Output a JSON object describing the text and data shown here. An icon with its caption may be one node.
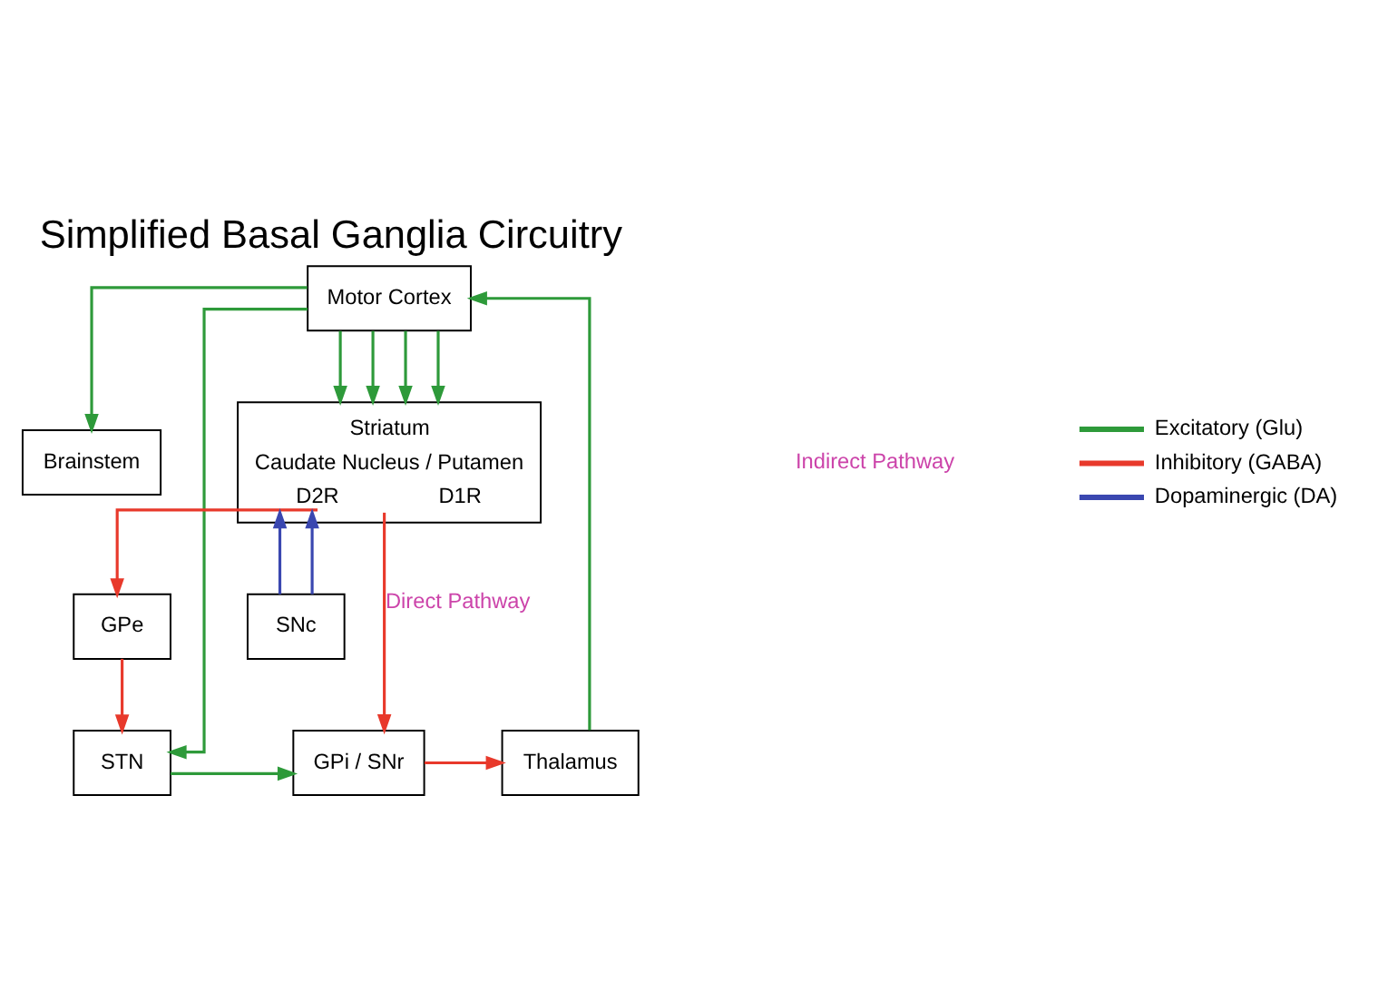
{
  "diagram": {
    "title": "Simplified Basal Ganglia Circuitry",
    "nodes": [
      {
        "text": [
          "Motor Cortex"
        ]
      },
      {
        "text": [
          "Striatum",
          "Caudate Nucleus / Putamen",
          "D2R",
          "D1R"
        ]
      },
      {
        "text": [
          "GPe"
        ]
      },
      {
        "text": [
          "SNc"
        ]
      },
      {
        "text": [
          "STN"
        ]
      },
      {
        "text": [
          "GPi / SNr"
        ]
      },
      {
        "text": [
          "Thalamus"
        ]
      },
      {
        "text": [
          "Brainstem"
        ]
      }
    ],
    "edges": [
      {
        "from": 0,
        "to": 1,
        "arrow": "to"
      },
      {
        "from": 0,
        "to": 1,
        "arrow": "to"
      },
      {
        "from": 0,
        "to": 1,
        "arrow": "to"
      },
      {
        "from": 0,
        "to": 1,
        "arrow": "to"
      },
      {
        "from": 0,
        "to": 4,
        "arrow": "to"
      },
      {
        "from": 0,
        "to": 7,
        "arrow": "to"
      },
      {
        "from": 1,
        "to": 2,
        "arrow": "to",
        "color": "#e8392b"
      },
      {
        "from": 3,
        "to": 1,
        "arrow": "to",
        "color": "#3a47b0"
      },
      {
        "from": 3,
        "to": 1,
        "arrow": "to",
        "color": "#3a47b0"
      },
      {
        "from": 1,
        "to": 5,
        "arrow": "to",
        "color": "#e8392b",
        "label": "Direct Pathway"
      },
      {
        "from": 2,
        "to": 4,
        "arrow": "to",
        "color": "#e8392b"
      },
      {
        "from": 4,
        "to": 5,
        "arrow": "to"
      },
      {
        "from": 5,
        "to": 6,
        "arrow": "to",
        "color": "#e8392b"
      },
      {
        "from": 6,
        "to": 0,
        "arrow": "to"
      }
    ],
    "labels": [
      "Indirect Pathway"
    ],
    "legend": [
      {
        "text": "Excitatory (Glu)",
        "color": "#2e9a3a"
      },
      {
        "text": "Inhibitory (GABA)",
        "color": "#e8392b"
      },
      {
        "text": "Dopaminergic (DA)",
        "color": "#3a47b0"
      }
    ]
  }
}
